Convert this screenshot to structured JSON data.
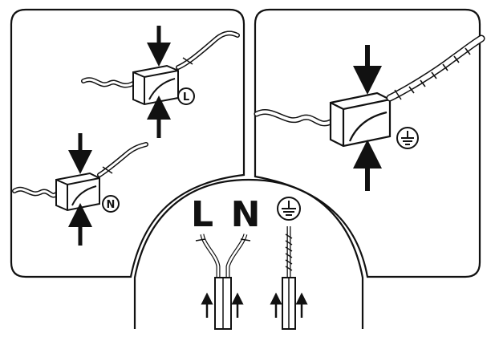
{
  "diagram": {
    "colors": {
      "ink": "#111111",
      "background": "#ffffff",
      "bracket": "#f1f1f1"
    },
    "left_panel": {
      "connector_top_label": "L",
      "connector_bottom_label": "N"
    },
    "right_panel": {
      "connector_icon": "earth-ground-icon"
    },
    "junction_box": {
      "label_live": "L",
      "label_neutral": "N",
      "label_earth_icon": "earth-ground-icon"
    }
  }
}
